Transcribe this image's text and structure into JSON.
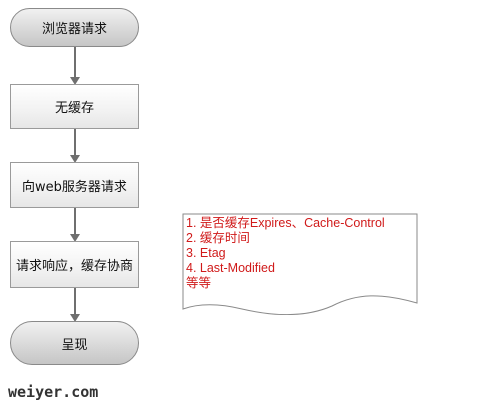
{
  "flowchart": {
    "nodes": [
      {
        "label": "浏览器请求",
        "shape": "terminal"
      },
      {
        "label": "无缓存",
        "shape": "process"
      },
      {
        "label": "向web服务器请求",
        "shape": "process"
      },
      {
        "label": "请求响应，缓存协商",
        "shape": "process"
      },
      {
        "label": "呈现",
        "shape": "terminal"
      }
    ]
  },
  "note": {
    "lines": [
      "1. 是否缓存Expires、Cache-Control",
      "2. 缓存时间",
      "3. Etag",
      "4. Last-Modified",
      "等等"
    ],
    "text_color": "#d01a1a"
  },
  "watermark": "weiyer.com"
}
